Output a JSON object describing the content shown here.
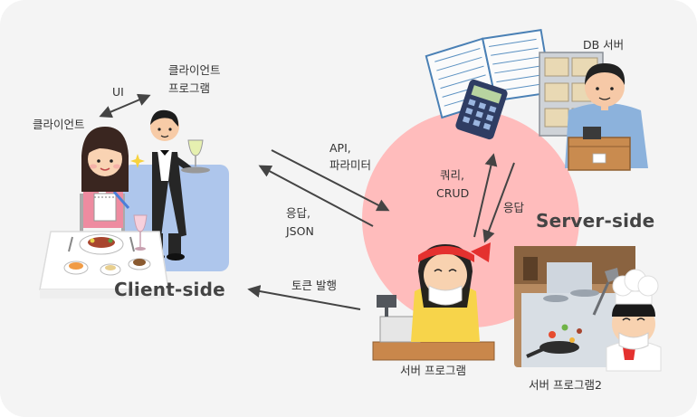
{
  "labels": {
    "client": "클라이언트",
    "client_program_line1": "클라이언트",
    "client_program_line2": "프로그램",
    "ui": "UI",
    "api_line1": "API,",
    "api_line2": "파라미터",
    "response_line1": "응답,",
    "response_line2": "JSON",
    "query_line1": "쿼리,",
    "query_line2": "CRUD",
    "db_response": "응답",
    "db_server": "DB 서버",
    "token": "토큰 발행",
    "server_program": "서버 프로그램",
    "server_program2": "서버 프로그램2",
    "client_side": "Client-side",
    "server_side": "Server-side"
  },
  "colors": {
    "background": "#f4f4f4",
    "client_zone": "#aec6ec",
    "server_zone": "#ffbcbc",
    "arrow": "#444444"
  }
}
